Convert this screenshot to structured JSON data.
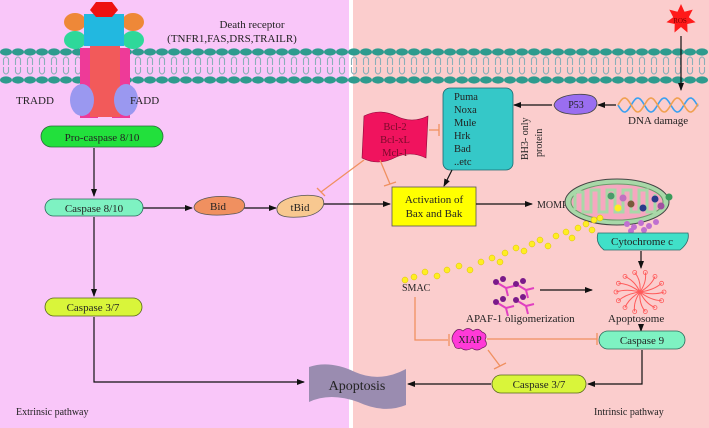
{
  "colors": {
    "extrinsic_bg": "#f9c6f9",
    "intrinsic_bg": "#fbcdcd",
    "membrane_head": "#2e9b8e",
    "membrane_tail": "#8ab0b9",
    "pro_caspase": "#22e03c",
    "caspase_8_10": "#7ef2c2",
    "caspase_3_7": "#d9f53a",
    "caspase_9": "#7ef2c2",
    "bid": "#f09060",
    "tbid": "#f8c890",
    "bcl2": "#f0135e",
    "bh3": "#35c8c8",
    "p53": "#9a6ef0",
    "activation": "#ffff00",
    "cytochrome": "#40e0c8",
    "xiap": "#ff3ad8",
    "apoptosis": "#9a8cb0",
    "ros": "#ff1a1a",
    "inhibit_line": "#f09060",
    "arrow": "#111111"
  },
  "receptor": {
    "title": "Death receptor",
    "subtitle": "(TNFR1,FAS,DRS,TRAILR)",
    "left_adaptor": "TRADD",
    "right_adaptor": "FADD"
  },
  "extrinsic": {
    "pro_caspase": "Pro-caspase 8/10",
    "caspase_8_10": "Caspase 8/10",
    "bid": "Bid",
    "tbid": "tBid",
    "caspase_3_7": "Caspase 3/7",
    "pathway_label": "Extrinsic pathway"
  },
  "intrinsic": {
    "ros": "ROS",
    "dna_damage": "DNA damage",
    "p53": "P53",
    "bh3_proteins": [
      "Puma",
      "Noxa",
      "Mule",
      "Hrk",
      "Bad",
      "..etc"
    ],
    "bh3_label_line1": "BH3- only",
    "bh3_label_line2": "protein",
    "anti_apoptotic": [
      "Bcl-2",
      "Bcl-xL",
      "Mcl-1"
    ],
    "activation_line1": "Activation of",
    "activation_line2": "Bax and Bak",
    "momp": "MOMP",
    "cytochrome": "Cytochrome c",
    "smac": "SMAC",
    "apaf": "APAF-1 oligomerization",
    "apoptosome": "Apoptosome",
    "xiap": "XIAP",
    "caspase_9": "Caspase 9",
    "caspase_3_7": "Caspase 3/7",
    "pathway_label": "Intrinsic pathway"
  },
  "apoptosis": "Apoptosis"
}
